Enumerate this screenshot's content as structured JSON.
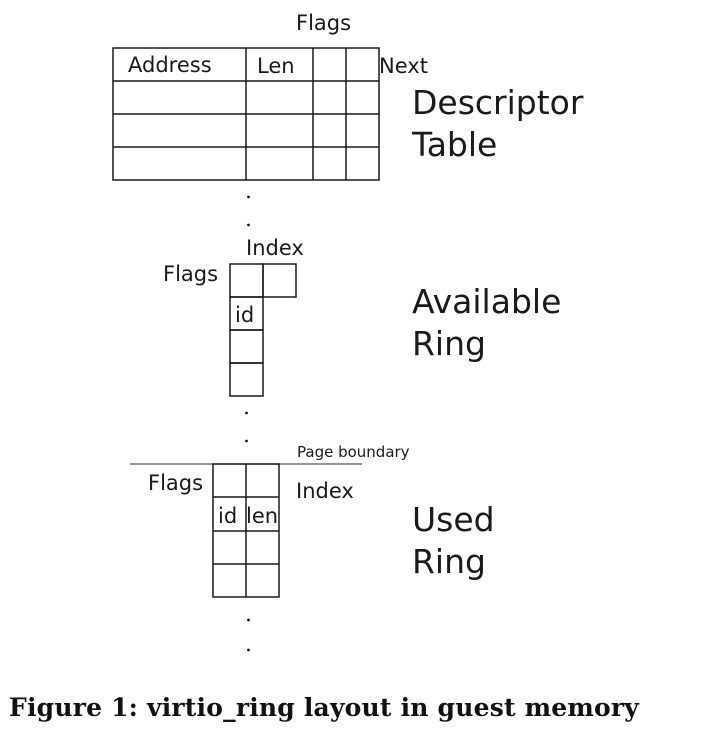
{
  "descriptor_table": {
    "header_flags": "Flags",
    "header_address": "Address",
    "header_len": "Len",
    "header_next": "Next",
    "title_line1": "Descriptor",
    "title_line2": "Table"
  },
  "available_ring": {
    "index_label": "Index",
    "flags_label": "Flags",
    "id_label": "id",
    "title_line1": "Available",
    "title_line2": "Ring"
  },
  "used_ring": {
    "page_boundary_label": "Page boundary",
    "flags_label": "Flags",
    "index_label": "Index",
    "id_label": "id",
    "len_label": "len",
    "title_line1": "Used",
    "title_line2": "Ring"
  },
  "caption": "Figure 1: virtio_ring layout in guest memory"
}
